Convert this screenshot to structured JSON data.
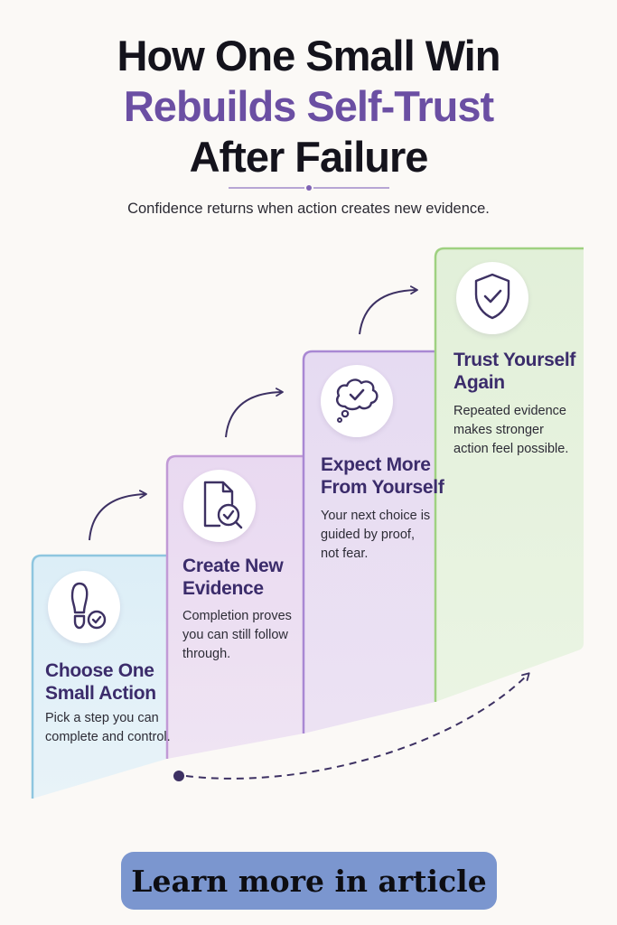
{
  "header": {
    "title_line1": "How One Small Win",
    "title_line2": "Rebuilds Self-Trust",
    "title_line3": "After Failure",
    "subtitle": "Confidence returns when action creates new evidence."
  },
  "steps": [
    {
      "title_line1": "Choose One",
      "title_line2": "Small Action",
      "desc_line1": "Pick a step you can",
      "desc_line2": "complete and control.",
      "icon": "footprint-check-icon",
      "color": "#e3f1f8"
    },
    {
      "title_line1": "Create New",
      "title_line2": "Evidence",
      "desc_line1": "Completion proves",
      "desc_line2": "you can still follow",
      "desc_line3": "through.",
      "icon": "document-check-icon",
      "color": "#ecdef2"
    },
    {
      "title_line1": "Expect More",
      "title_line2": "From Yourself",
      "desc_line1": "Your next choice is",
      "desc_line2": "guided by proof,",
      "desc_line3": "not fear.",
      "icon": "thought-bubble-check-icon",
      "color": "#e9dff3"
    },
    {
      "title_line1": "Trust Yourself",
      "title_line2": "Again",
      "desc_line1": "Repeated evidence",
      "desc_line2": "makes stronger",
      "desc_line3": "action feel possible.",
      "icon": "shield-check-icon",
      "color": "#e6f2de"
    }
  ],
  "cta": {
    "label": "Learn more in article"
  },
  "colors": {
    "accent_purple": "#6b4fa3",
    "step_title": "#3b2c6b",
    "cta_background": "#7b96cf"
  }
}
